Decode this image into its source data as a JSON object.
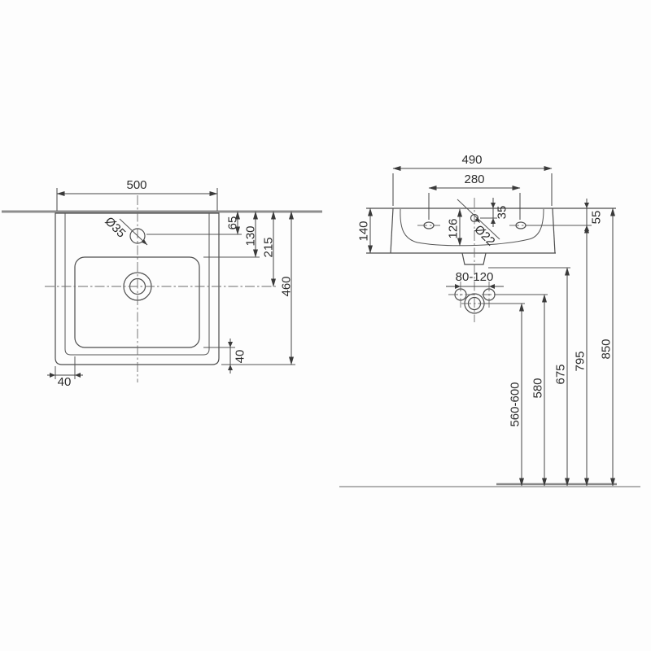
{
  "top_view": {
    "overall_width": "500",
    "tap_hole_diameter": "Ø35",
    "tap_hole_offset": "65",
    "bowl_offset": "130",
    "drain_offset": "215",
    "overall_depth": "460",
    "bowl_rear_margin": "40",
    "bowl_side_margin": "40"
  },
  "front_view": {
    "overall_width": "490",
    "fixing_holes_spacing": "280",
    "front_height": "140",
    "bowl_inner_depth": "126",
    "overflow_offset": "35",
    "overflow_diameter": "Ø22",
    "rim_to_fixing_holes": "55",
    "waste_span": "80-120",
    "waste_outlet_height": "560-600",
    "supply_height": "580",
    "trap_bottom_height": "675",
    "fixing_holes_height": "795",
    "rim_height": "850"
  }
}
